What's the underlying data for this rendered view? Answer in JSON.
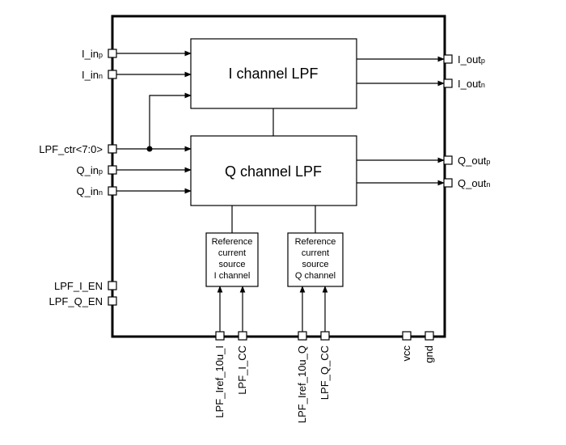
{
  "blocks": {
    "i_lpf": "I channel LPF",
    "q_lpf": "Q channel LPF",
    "ref_i": [
      "Reference",
      "current",
      "source",
      "I channel"
    ],
    "ref_q": [
      "Reference",
      "current",
      "source",
      "Q channel"
    ]
  },
  "pins_left": {
    "i_inp": {
      "base": "I_in",
      "sub": "p"
    },
    "i_inn": {
      "base": "I_in",
      "sub": "n"
    },
    "lpf_ctr": "LPF_ctr<7:0>",
    "q_inp": {
      "base": "Q_in",
      "sub": "p"
    },
    "q_inn": {
      "base": "Q_in",
      "sub": "n"
    },
    "lpf_i_en": "LPF_I_EN",
    "lpf_q_en": "LPF_Q_EN"
  },
  "pins_right": {
    "i_outp": {
      "base": "I_out",
      "sub": "p"
    },
    "i_outn": {
      "base": "I_out",
      "sub": "n"
    },
    "q_outp": {
      "base": "Q_out",
      "sub": "p"
    },
    "q_outn": {
      "base": "Q_out",
      "sub": "n"
    }
  },
  "pins_bottom": {
    "iref_i": "LPF_Iref_10u_I",
    "i_cc": "LPF_I_CC",
    "iref_q": "LPF_Iref_10u_Q",
    "q_cc": "LPF_Q_CC",
    "vcc": "vcc",
    "gnd": "gnd"
  }
}
